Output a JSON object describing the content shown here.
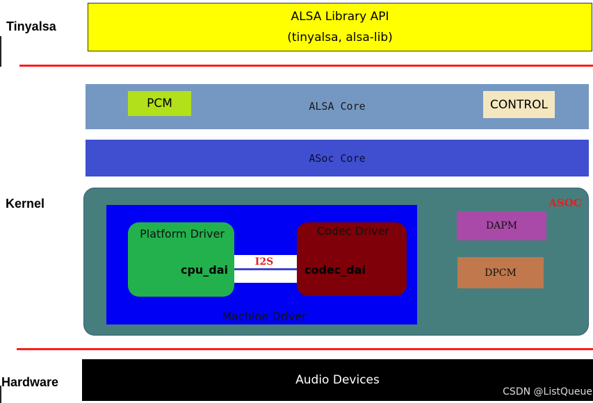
{
  "labels": {
    "tinyalsa": "Tinyalsa",
    "kernel": "Kernel",
    "hardware": "Hardware"
  },
  "alsa_api": {
    "title": "ALSA Library API",
    "subtitle": "(tinyalsa, alsa-lib)"
  },
  "alsa_core": {
    "title": "ALSA Core",
    "pcm": "PCM",
    "control": "CONTROL"
  },
  "asoc_core": {
    "title": "ASoc Core"
  },
  "asoc": {
    "label": "ASOC",
    "machine_driver": "Machine Driver",
    "platform_driver": "Platform Driver",
    "cpu_dai": "cpu_dai",
    "codec_driver": "Codec Driver",
    "codec_dai": "codec_dai",
    "link": "I2S",
    "dapm": "DAPM",
    "dpcm": "DPCM"
  },
  "hardware_box": {
    "title": "Audio Devices"
  },
  "watermark": "CSDN @ListQueue",
  "colors": {
    "api": "#ffff00",
    "alsa_core": "#7598c2",
    "asoc_core": "#3f4fd0",
    "asoc_container": "#467e7e",
    "machine": "#0000f5",
    "platform": "#22b14c",
    "codec": "#7f0008",
    "dapm": "#a94aa8",
    "dpcm": "#c0784c",
    "divider": "#ff1a1a"
  }
}
